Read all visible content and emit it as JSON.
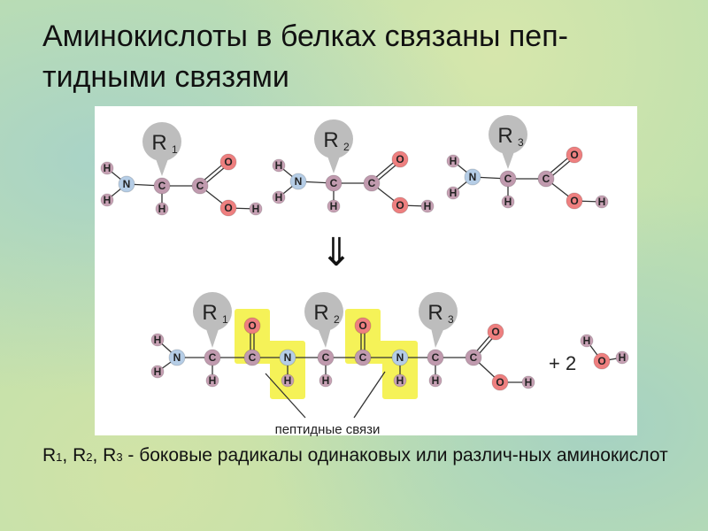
{
  "slide": {
    "title": "Аминокислоты в белках связаны пеп-тидными связями",
    "caption_parts": [
      "R",
      "1",
      ", R",
      "2",
      ", R",
      "3",
      " - боковые радикалы одинаковых или различ-ных аминокислот"
    ]
  },
  "diagram": {
    "atoms": {
      "H": "H",
      "N": "N",
      "C": "C",
      "O": "O"
    },
    "radicals": [
      {
        "letter": "R",
        "index": "1"
      },
      {
        "letter": "R",
        "index": "2"
      },
      {
        "letter": "R",
        "index": "3"
      }
    ],
    "arrow": "⇓",
    "plus_two": "+ 2",
    "peptide_label": "пептидные связи",
    "colors": {
      "H": "#c7a1b4",
      "N": "#b5cde6",
      "C": "#c09aae",
      "O": "#ee7f7f",
      "radical": "#bdbdbd",
      "highlight": "#f4f03c"
    }
  }
}
